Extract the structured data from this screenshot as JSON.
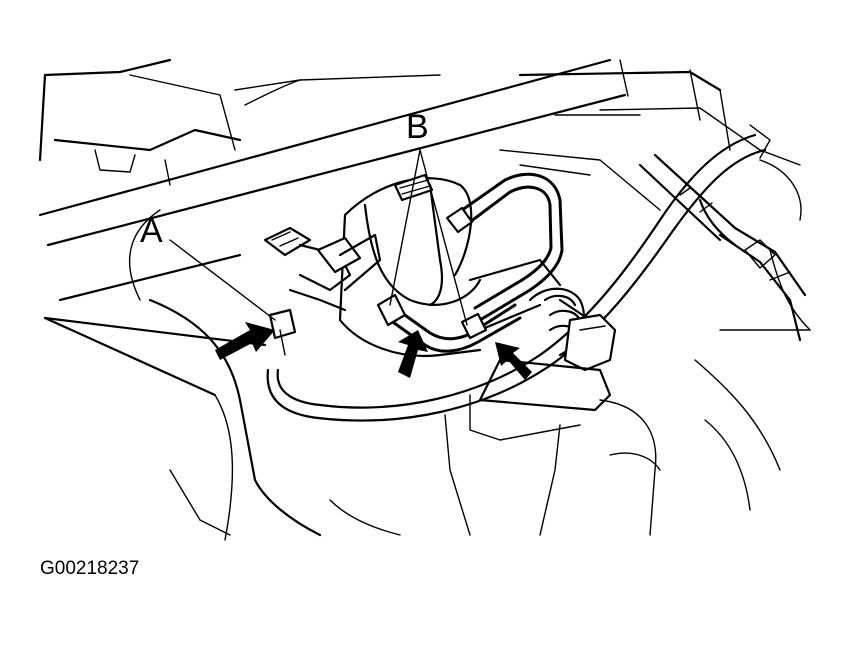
{
  "figure": {
    "callouts": {
      "a": "A",
      "b": "B"
    },
    "figure_code": "G00218237"
  },
  "colors": {
    "ink": "#000000",
    "paper": "#ffffff"
  }
}
